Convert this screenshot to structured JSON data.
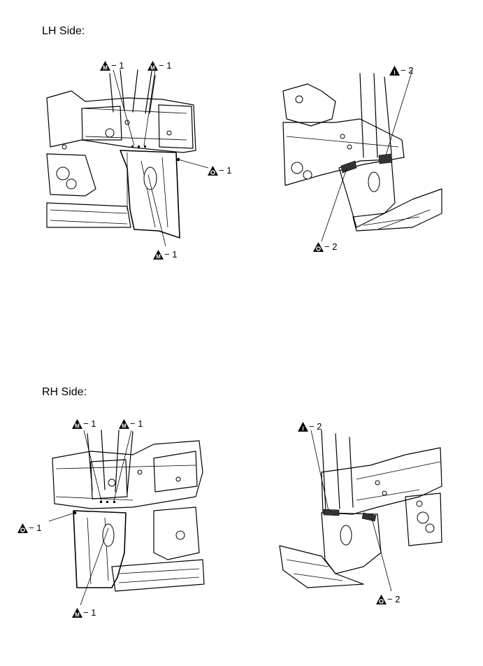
{
  "sections": {
    "lh": {
      "title": "LH Side:"
    },
    "rh": {
      "title": "RH Side:"
    }
  },
  "symbols": {
    "m": "M",
    "o": "O",
    "i": "I"
  },
  "callouts": {
    "lh_left_m1": "− 1",
    "lh_left_m2": "− 1",
    "lh_left_o1": "− 1",
    "lh_left_m3": "− 1",
    "lh_right_i2": "− 2",
    "lh_right_o2": "− 2",
    "rh_left_m1": "− 1",
    "rh_left_m2": "− 1",
    "rh_left_o1": "− 1",
    "rh_left_m3": "− 1",
    "rh_right_i2": "− 2",
    "rh_right_o2": "− 2"
  }
}
